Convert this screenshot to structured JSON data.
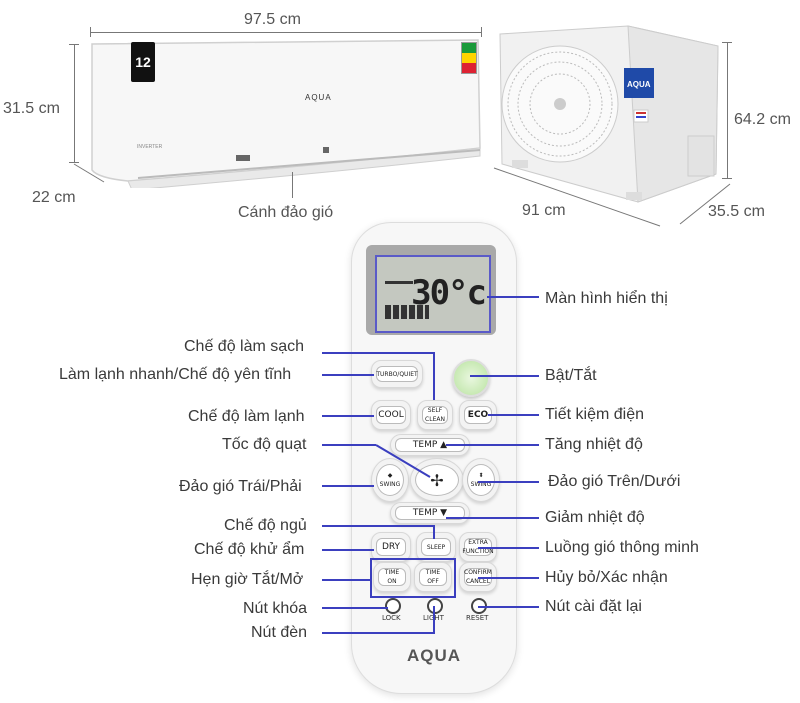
{
  "brand": "AQUA",
  "badge_number": "12",
  "indoor": {
    "width": "97.5 cm",
    "height": "31.5 cm",
    "depth": "22 cm",
    "louver_label": "Cánh đảo gió",
    "series_text": "INVERTER"
  },
  "outdoor": {
    "height": "64.2 cm",
    "width": "91 cm",
    "depth": "35.5 cm"
  },
  "remote": {
    "lcd_value": "30°c",
    "buttons": {
      "turbo": "TURBO/QUIET",
      "self_clean_1": "SELF",
      "self_clean_2": "CLEAN",
      "cool": "COOL",
      "eco": "ECO",
      "temp_up": "TEMP ▲",
      "temp_down": "TEMP ▼",
      "swing": "SWING",
      "dry": "DRY",
      "sleep": "SLEEP",
      "extra_1": "EXTRA",
      "extra_2": "FUNCTION",
      "time_on_1": "TIME",
      "time_on_2": "ON",
      "time_off_1": "TIME",
      "time_off_2": "OFF",
      "confirm_1": "CONFIRM",
      "confirm_2": "CANCEL",
      "lock": "LOCK",
      "light": "LIGHT",
      "reset": "RESET"
    },
    "left_labels": {
      "self_clean": "Chế độ làm sạch",
      "turbo": "Làm lạnh nhanh/Chế độ yên tĩnh",
      "cool": "Chế độ làm lạnh",
      "fan": "Tốc độ quạt",
      "swing_lr": "Đảo gió Trái/Phải",
      "sleep": "Chế độ ngủ",
      "dry": "Chế độ khử ẩm",
      "timer": "Hẹn giờ Tắt/Mở",
      "lock": "Nút khóa",
      "light": "Nút đèn"
    },
    "right_labels": {
      "display": "Màn hình hiển thị",
      "power": "Bật/Tắt",
      "eco": "Tiết kiệm điện",
      "temp_up": "Tăng nhiệt độ",
      "swing_ud": "Đảo gió Trên/Dưới",
      "temp_down": "Giảm nhiệt độ",
      "smart": "Luồng gió thông minh",
      "cancel": "Hủy bỏ/Xác nhận",
      "reset": "Nút cài đặt lại"
    }
  }
}
